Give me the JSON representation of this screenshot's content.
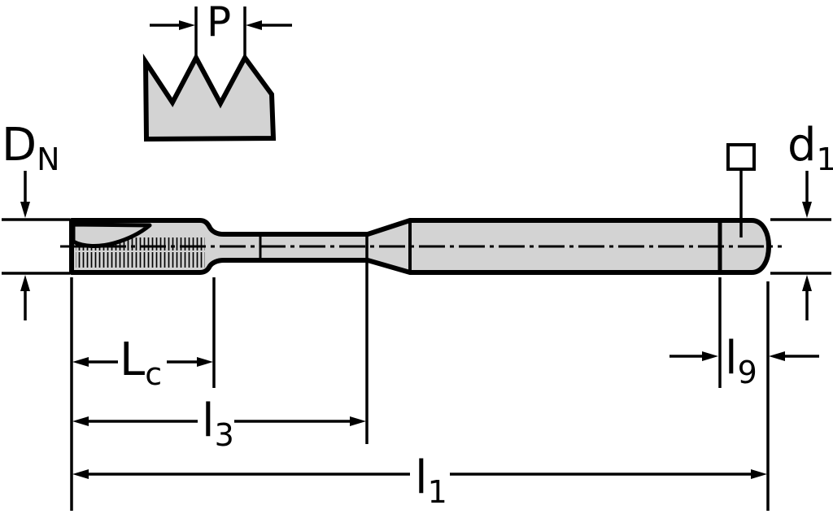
{
  "figure": {
    "type": "technical-dimension-drawing",
    "subject": "machine tap side view with thread profile detail",
    "colors": {
      "outline": "#000000",
      "fill": "#d3d3d3",
      "background": "#ffffff"
    },
    "dimensions": {
      "pitch": {
        "label": "P",
        "sub": ""
      },
      "nominal_thread_diameter": {
        "label": "D",
        "sub": "N"
      },
      "shank_diameter": {
        "label": "d",
        "sub": "1"
      },
      "chamfer_length": {
        "label": "L",
        "sub": "c"
      },
      "thread_length": {
        "label": "l",
        "sub": "3"
      },
      "overall_length": {
        "label": "l",
        "sub": "1"
      },
      "square_length": {
        "label": "l",
        "sub": "9"
      }
    },
    "symbols": {
      "square_drive": "square-outline-symbol"
    }
  }
}
